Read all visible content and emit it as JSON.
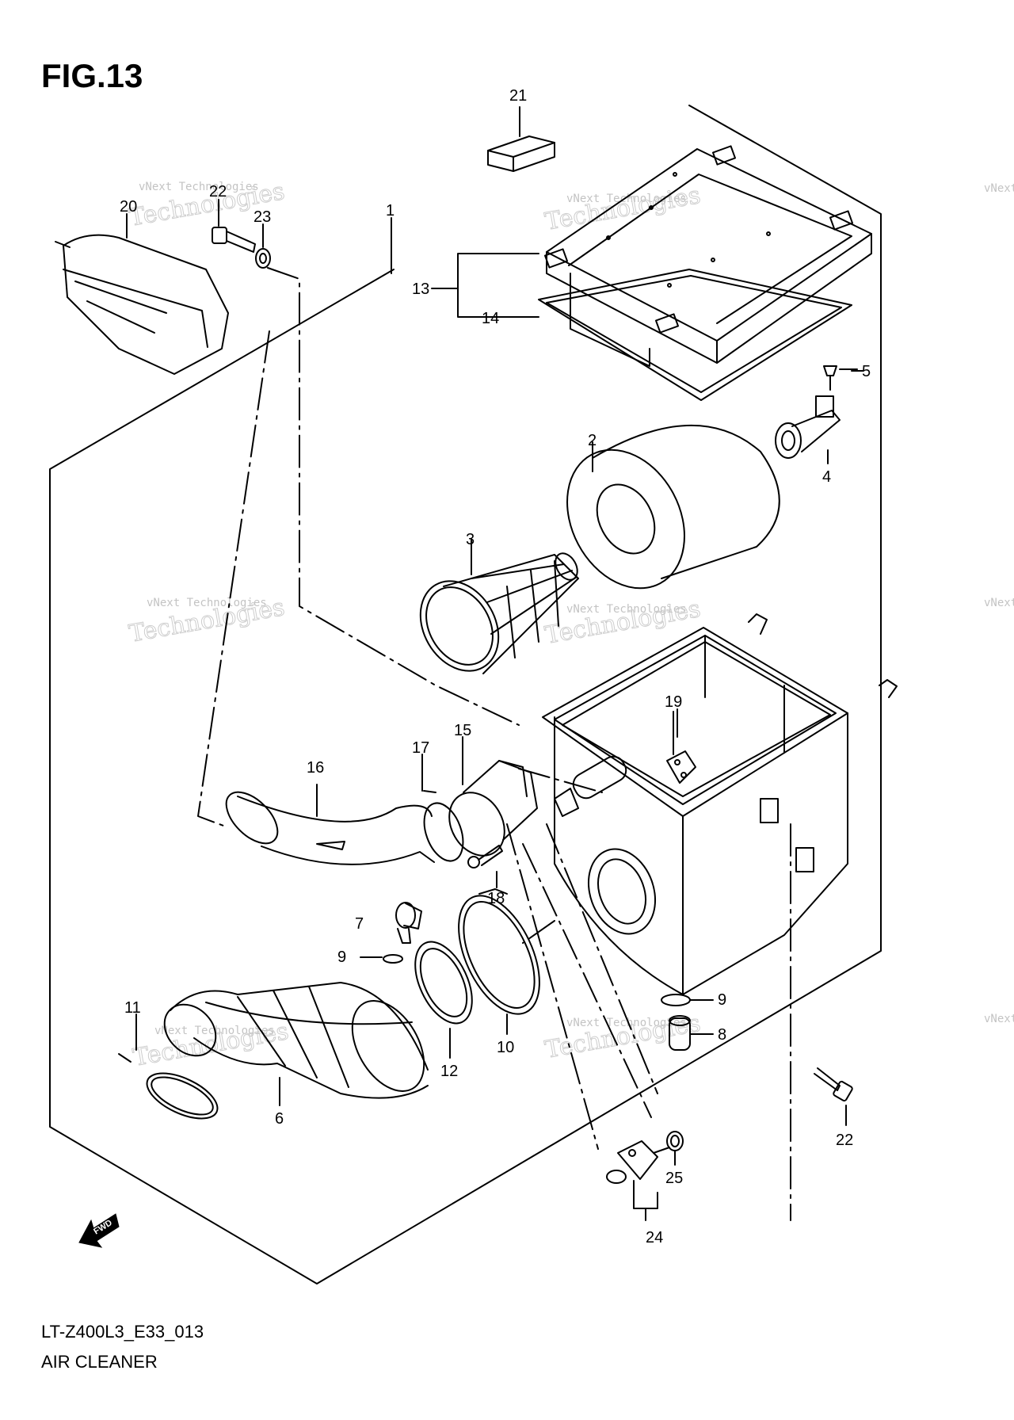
{
  "figure": {
    "title": "FIG.13"
  },
  "footer": {
    "code": "LT-Z400L3_E33_013",
    "name": "AIR CLEANER"
  },
  "watermark": {
    "line1": "vNext Technologies",
    "line2": "Technologies",
    "brand": "vNext"
  },
  "fwd_symbol": {
    "text": "FWD"
  },
  "callouts": {
    "c1": "1",
    "c2": "2",
    "c3": "3",
    "c4": "4",
    "c5": "5",
    "c6": "6",
    "c7": "7",
    "c8": "8",
    "c9a": "9",
    "c9b": "9",
    "c10": "10",
    "c11": "11",
    "c12": "12",
    "c13": "13",
    "c14": "14",
    "c15": "15",
    "c16": "16",
    "c17": "17",
    "c18": "18",
    "c19": "19",
    "c20": "20",
    "c21": "21",
    "c22a": "22",
    "c22b": "22",
    "c23": "23",
    "c24": "24",
    "c25": "25"
  }
}
